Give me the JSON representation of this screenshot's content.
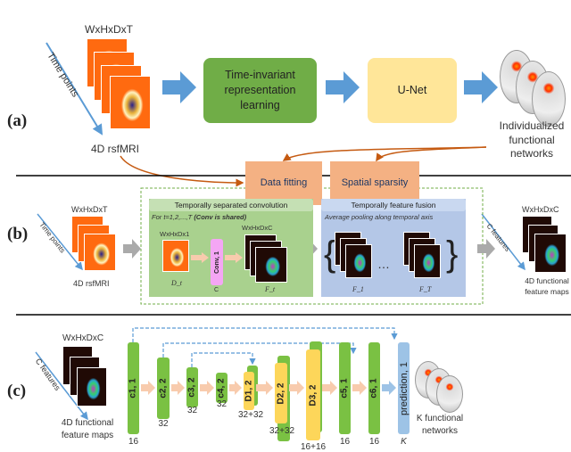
{
  "panel_a": {
    "label": "(a)",
    "input_dims": "WxHxDxT",
    "time_points": "Time points",
    "input_name": "4D rsfMRI",
    "step1": "Time-invariant representation learning",
    "step2": "U-Net",
    "output": "Individualized functional networks",
    "loss1": "Data fitting",
    "loss2": "Spatial sparsity",
    "colors": {
      "arrow": "#5b9bd5",
      "step1": "#70ad47",
      "step2": "#ffe699",
      "loss": "#f4b183",
      "curve": "#c55a11"
    }
  },
  "panel_b": {
    "label": "(b)",
    "input_dims": "WxHxDxT",
    "time_points": "Time points",
    "input_name": "4D rsfMRI",
    "conv_panel": {
      "title": "Temporally separated convolution",
      "subtitle": "For t=1,2,...,T ",
      "subtitle_bold": "(Conv is shared)",
      "slice_dims": "WxHxDx1",
      "conv_label": "Conv, 1",
      "out_dims": "WxHxDxC",
      "d_label": "D_t",
      "c_label": "C",
      "f_label": "F_t"
    },
    "fusion_panel": {
      "title": "Temporally feature fusion",
      "subtitle": "Average pooling along temporal axis",
      "f1": "F_1",
      "ellipsis": "…",
      "fT": "F_T"
    },
    "output_dims": "WxHxDxC",
    "c_features": "C features",
    "output_name": "4D functional feature maps"
  },
  "panel_c": {
    "label": "(c)",
    "input_dims": "WxHxDxC",
    "c_features": "C features",
    "input_name": "4D functional feature maps",
    "layers": [
      {
        "name": "c1, 1",
        "channels": "16"
      },
      {
        "name": "c2, 2",
        "channels": "32"
      },
      {
        "name": "c3, 2",
        "channels": "32"
      },
      {
        "name": "c4, 2",
        "channels": "32"
      },
      {
        "name": "D1, 2",
        "channels": "32+32"
      },
      {
        "name": "D2, 2",
        "channels": "32+32"
      },
      {
        "name": "D3, 2",
        "channels": "16+16"
      },
      {
        "name": "c5, 1",
        "channels": "16"
      },
      {
        "name": "c6, 1",
        "channels": "16"
      },
      {
        "name": "prediction, 1",
        "channels": "K"
      }
    ],
    "output": "K functional networks"
  }
}
